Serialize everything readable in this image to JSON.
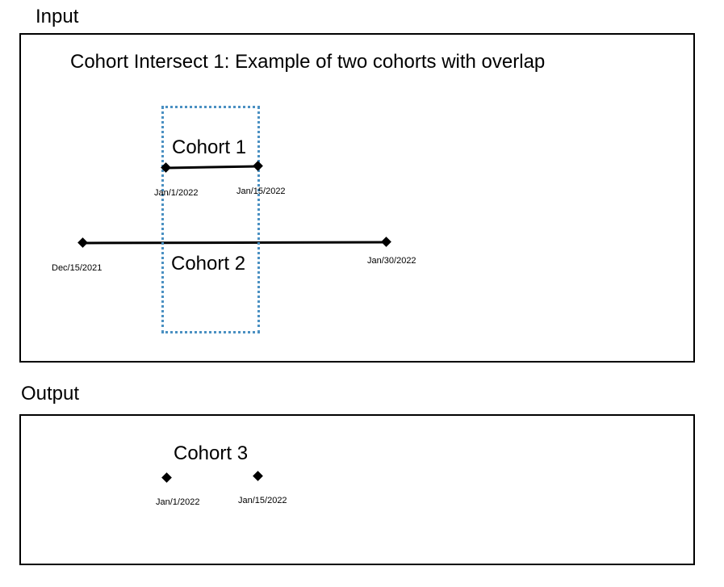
{
  "input": {
    "label": "Input",
    "title": "Cohort Intersect 1: Example of two cohorts with overlap",
    "cohort1": {
      "name": "Cohort 1",
      "start": "Jan/1/2022",
      "end": "Jan/15/2022"
    },
    "cohort2": {
      "name": "Cohort 2",
      "start": "Dec/15/2021",
      "end": "Jan/30/2022"
    }
  },
  "output": {
    "label": "Output",
    "cohort3": {
      "name": "Cohort 3",
      "start": "Jan/1/2022",
      "end": "Jan/15/2022"
    }
  },
  "colors": {
    "overlap_outline": "#4a90c2",
    "timeline": "#000000"
  }
}
